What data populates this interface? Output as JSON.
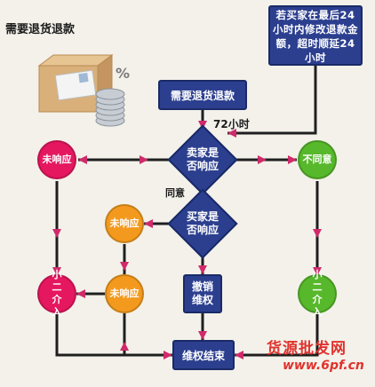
{
  "title": "需要退货退款",
  "note": "若买家在最后24小时内修改退款金额，超时顺延24小时",
  "nodes": {
    "start": "需要退货退款",
    "seller_decision": "卖家是否响应",
    "buyer_decision": "买家是否响应",
    "no_response_left": "未响应",
    "disagree": "不同意",
    "buyer_no_response_1": "未响应",
    "buyer_no_response_2": "未响应",
    "xiaoer_left": "小二介入",
    "xiaoer_right": "小二介入",
    "revoke": "撤销维权",
    "end": "维权结束"
  },
  "labels": {
    "time_72h": "72小时",
    "agree": "同意"
  },
  "watermark": {
    "brand": "货源批发网",
    "url": "www.6pf.cn"
  },
  "colors": {
    "box": "#2c3f8f",
    "red_circle": "#e5175f",
    "green_circle": "#57b82b",
    "orange_circle": "#f39a1e",
    "line": "#1f1f1f",
    "arrow": "#d02a6a"
  }
}
